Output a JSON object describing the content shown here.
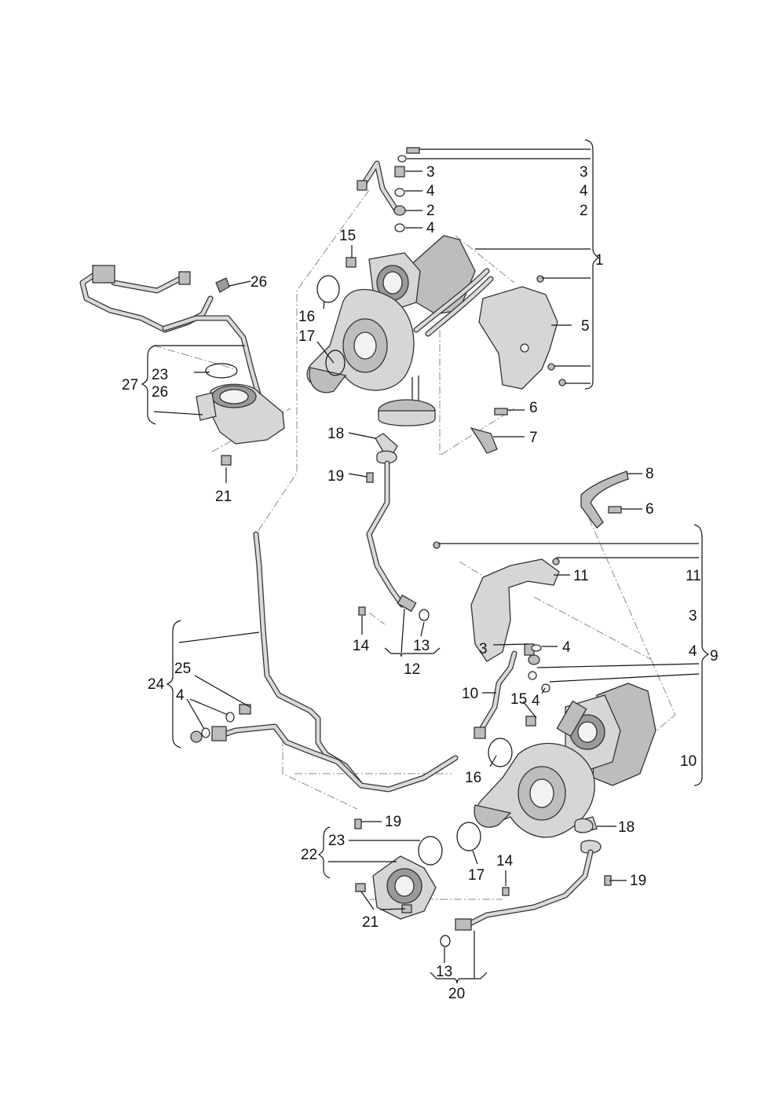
{
  "callouts": [
    {
      "id": "c-1",
      "text": "1"
    },
    {
      "id": "c-2a",
      "text": "2"
    },
    {
      "id": "c-2b",
      "text": "2"
    },
    {
      "id": "c-3a",
      "text": "3"
    },
    {
      "id": "c-3b",
      "text": "3"
    },
    {
      "id": "c-3c",
      "text": "3"
    },
    {
      "id": "c-3d",
      "text": "3"
    },
    {
      "id": "c-4a",
      "text": "4"
    },
    {
      "id": "c-4b",
      "text": "4"
    },
    {
      "id": "c-4c",
      "text": "4"
    },
    {
      "id": "c-4d",
      "text": "4"
    },
    {
      "id": "c-4e",
      "text": "4"
    },
    {
      "id": "c-4f",
      "text": "4"
    },
    {
      "id": "c-4g",
      "text": "4"
    },
    {
      "id": "c-5",
      "text": "5"
    },
    {
      "id": "c-6a",
      "text": "6"
    },
    {
      "id": "c-6b",
      "text": "6"
    },
    {
      "id": "c-7",
      "text": "7"
    },
    {
      "id": "c-8",
      "text": "8"
    },
    {
      "id": "c-9",
      "text": "9"
    },
    {
      "id": "c-10a",
      "text": "10"
    },
    {
      "id": "c-10b",
      "text": "10"
    },
    {
      "id": "c-11a",
      "text": "11"
    },
    {
      "id": "c-11b",
      "text": "11"
    },
    {
      "id": "c-12",
      "text": "12"
    },
    {
      "id": "c-13a",
      "text": "13"
    },
    {
      "id": "c-13b",
      "text": "13"
    },
    {
      "id": "c-14a",
      "text": "14"
    },
    {
      "id": "c-14b",
      "text": "14"
    },
    {
      "id": "c-15a",
      "text": "15"
    },
    {
      "id": "c-15b",
      "text": "15"
    },
    {
      "id": "c-16a",
      "text": "16"
    },
    {
      "id": "c-16b",
      "text": "16"
    },
    {
      "id": "c-17a",
      "text": "17"
    },
    {
      "id": "c-17b",
      "text": "17"
    },
    {
      "id": "c-18a",
      "text": "18"
    },
    {
      "id": "c-18b",
      "text": "18"
    },
    {
      "id": "c-19a",
      "text": "19"
    },
    {
      "id": "c-19b",
      "text": "19"
    },
    {
      "id": "c-19c",
      "text": "19"
    },
    {
      "id": "c-20",
      "text": "20"
    },
    {
      "id": "c-21a",
      "text": "21"
    },
    {
      "id": "c-21b",
      "text": "21"
    },
    {
      "id": "c-22",
      "text": "22"
    },
    {
      "id": "c-23a",
      "text": "23"
    },
    {
      "id": "c-23b",
      "text": "23"
    },
    {
      "id": "c-24",
      "text": "24"
    },
    {
      "id": "c-25",
      "text": "25"
    },
    {
      "id": "c-26a",
      "text": "26"
    },
    {
      "id": "c-26b",
      "text": "26"
    },
    {
      "id": "c-27",
      "text": "27"
    }
  ]
}
